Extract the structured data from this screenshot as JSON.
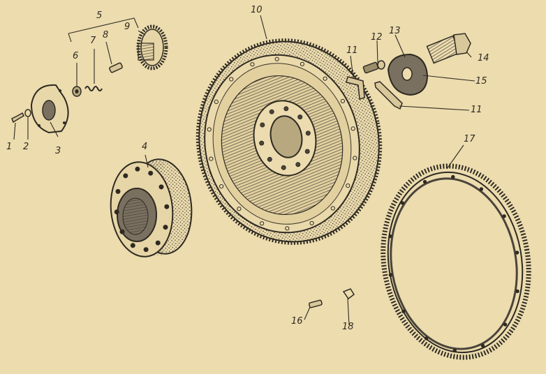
{
  "diagram": {
    "callouts": [
      {
        "id": "c1",
        "text": "1"
      },
      {
        "id": "c2",
        "text": "2"
      },
      {
        "id": "c3",
        "text": "3"
      },
      {
        "id": "c4",
        "text": "4"
      },
      {
        "id": "c5",
        "text": "5"
      },
      {
        "id": "c6",
        "text": "6"
      },
      {
        "id": "c7",
        "text": "7"
      },
      {
        "id": "c8",
        "text": "8"
      },
      {
        "id": "c9",
        "text": "9"
      },
      {
        "id": "c10",
        "text": "10"
      },
      {
        "id": "c11a",
        "text": "11"
      },
      {
        "id": "c11b",
        "text": "11"
      },
      {
        "id": "c12",
        "text": "12"
      },
      {
        "id": "c13",
        "text": "13"
      },
      {
        "id": "c14",
        "text": "14"
      },
      {
        "id": "c15",
        "text": "15"
      },
      {
        "id": "c16",
        "text": "16"
      },
      {
        "id": "c17",
        "text": "17"
      },
      {
        "id": "c18",
        "text": "18"
      }
    ],
    "colors": {
      "paper": "#ecdcae",
      "ink": "#2e2a22",
      "shade": "#7a7060",
      "light": "#c9bb92"
    }
  }
}
